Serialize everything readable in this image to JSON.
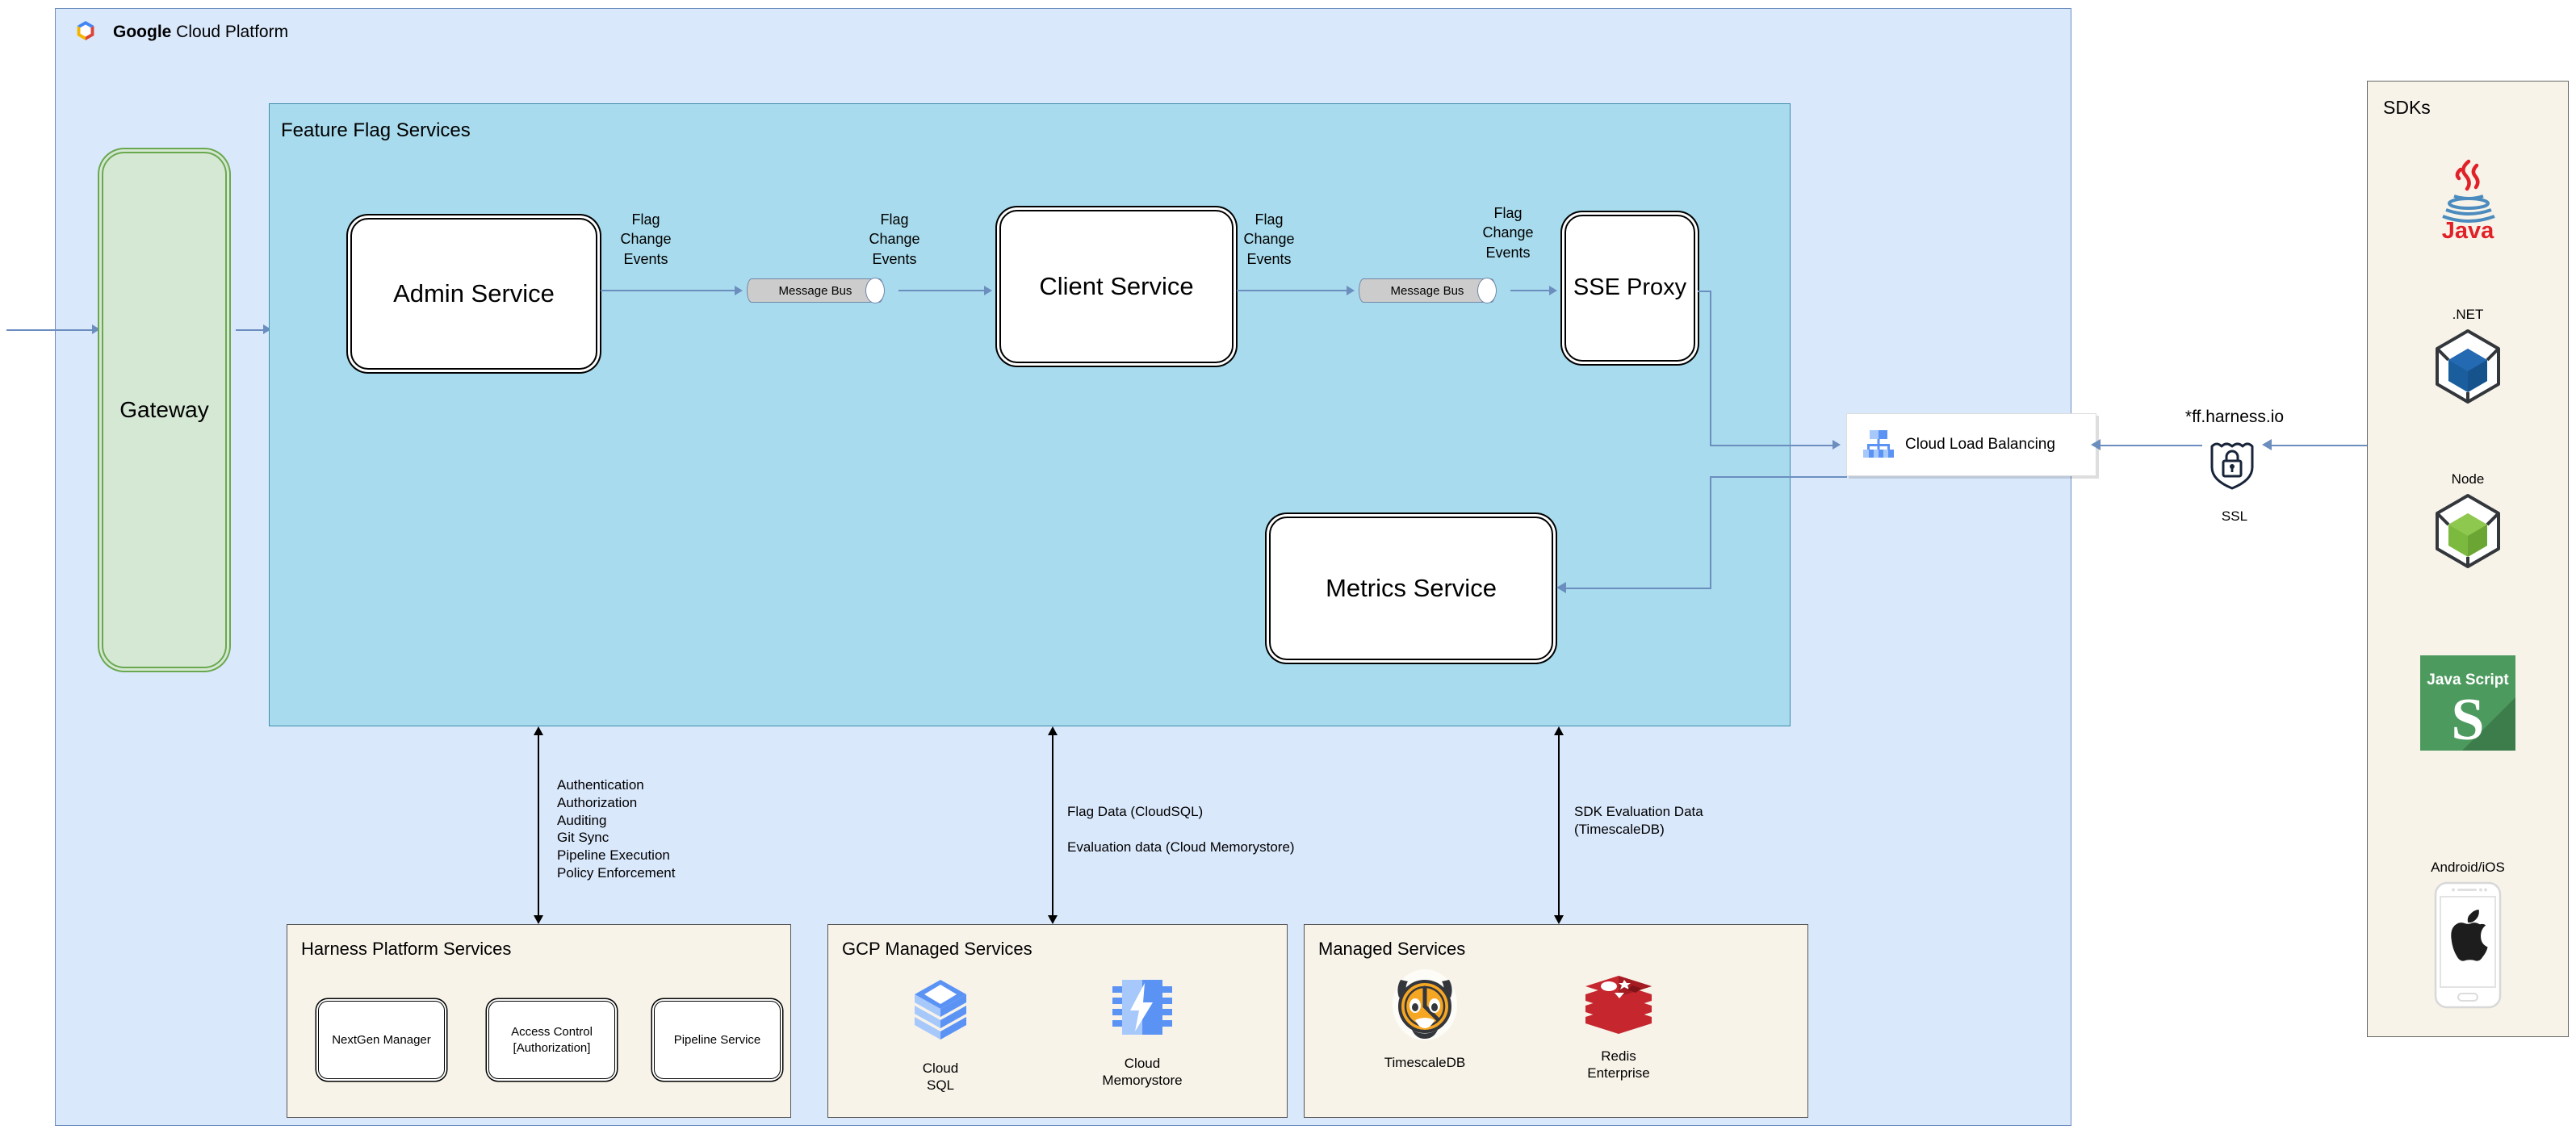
{
  "platform": {
    "title_bold": "Google",
    "title_rest": " Cloud Platform",
    "logo_icon": "google-cloud-logo"
  },
  "gateway": {
    "label": "Gateway"
  },
  "feature_flag_services": {
    "title": "Feature Flag Services",
    "nodes": [
      {
        "id": "admin-service",
        "label": "Admin Service"
      },
      {
        "id": "client-service",
        "label": "Client Service"
      },
      {
        "id": "sse-proxy",
        "label": "SSE\nProxy"
      },
      {
        "id": "metrics-service",
        "label": "Metrics Service"
      }
    ],
    "message_buses": [
      {
        "id": "message-bus-1",
        "label": "Message Bus"
      },
      {
        "id": "message-bus-2",
        "label": "Message Bus"
      }
    ],
    "flow_labels": [
      "Flag\nChange\nEvents",
      "Flag\nChange\nEvents",
      "Flag\nChange\nEvents",
      "Flag\nChange\nEvents"
    ]
  },
  "load_balancer": {
    "label": "Cloud Load Balancing",
    "icon": "cloud-load-balancing-icon"
  },
  "ssl": {
    "domain": "*ff.harness.io",
    "label": "SSL",
    "icon": "ssl-shield-lock-icon"
  },
  "annotations": [
    {
      "id": "platform-concerns",
      "text": "Authentication\nAuthorization\nAuditing\nGit Sync\nPipeline Execution\nPolicy Enforcement"
    },
    {
      "id": "gcp-data",
      "text": "Flag Data (CloudSQL)\n\nEvaluation data (Cloud Memorystore)"
    },
    {
      "id": "sdk-eval-data",
      "text": "SDK Evaluation Data\n(TimescaleDB)"
    }
  ],
  "groups": [
    {
      "id": "harness-platform-services",
      "title": "Harness Platform Services",
      "items": [
        {
          "label": "NextGen Manager"
        },
        {
          "label": "Access Control\n[Authorization]"
        },
        {
          "label": "Pipeline Service"
        }
      ]
    },
    {
      "id": "gcp-managed-services",
      "title": "GCP Managed Services",
      "items": [
        {
          "label": "Cloud\nSQL",
          "icon": "cloud-sql-icon"
        },
        {
          "label": "Cloud\nMemorystore",
          "icon": "cloud-memorystore-icon"
        }
      ]
    },
    {
      "id": "managed-services",
      "title": "Managed Services",
      "items": [
        {
          "label": "TimescaleDB",
          "icon": "timescaledb-icon"
        },
        {
          "label": "Redis\nEnterprise",
          "icon": "redis-icon"
        }
      ]
    }
  ],
  "sdks": {
    "title": "SDKs",
    "items": [
      {
        "label": "",
        "icon": "java-icon"
      },
      {
        "label": ".NET",
        "icon": "dotnet-cube-icon"
      },
      {
        "label": "Node",
        "icon": "node-cube-icon"
      },
      {
        "label": "",
        "icon": "javascript-icon"
      },
      {
        "label": "Android/iOS",
        "icon": "phone-apple-icon"
      }
    ]
  },
  "colors": {
    "gcp_panel": "#dae8fc",
    "ffs_panel": "#a8dbed",
    "group_bg": "#f7f3e9",
    "gateway": "#d5e8d4",
    "connector": "#6c8ebf"
  }
}
